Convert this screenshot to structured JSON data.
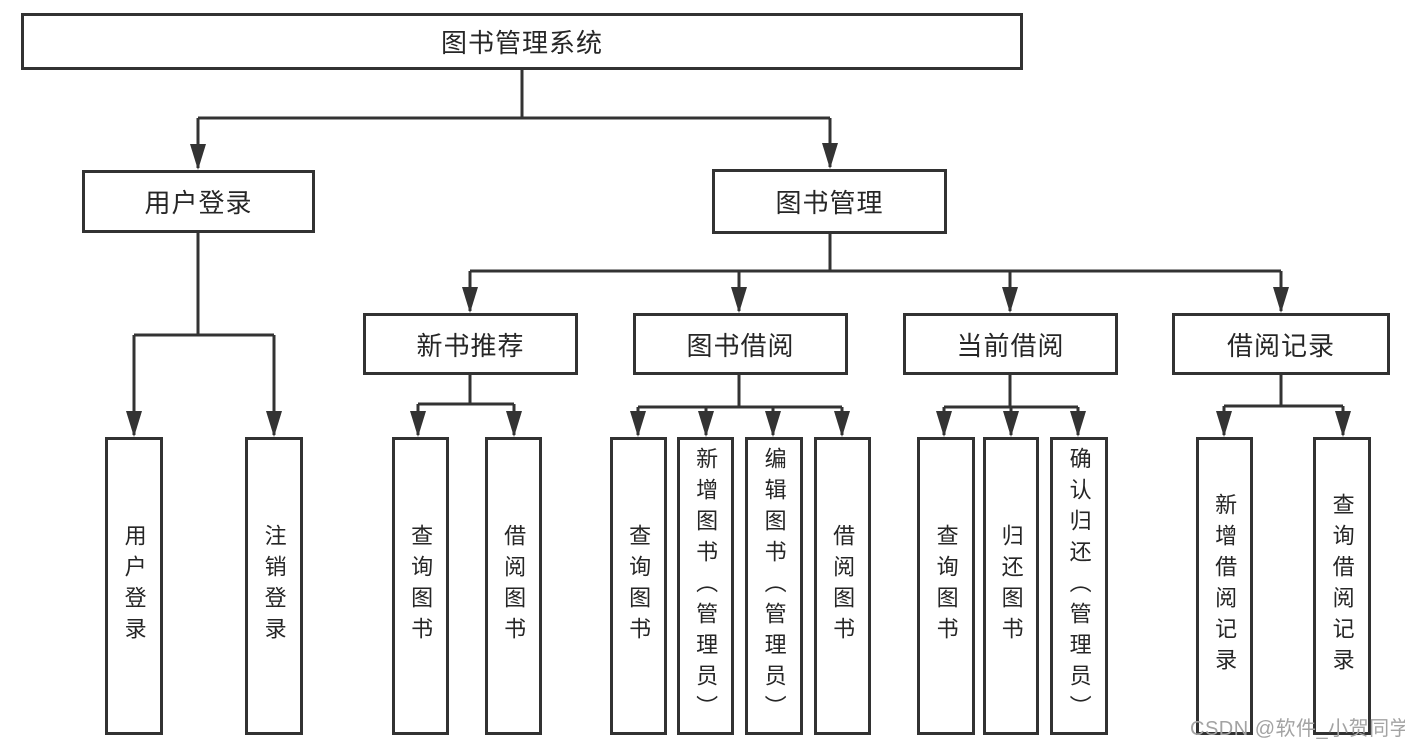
{
  "colors": {
    "line": "#333333",
    "box_border": "#323232",
    "text": "#262626",
    "watermark": "#a3a3a3",
    "background": "#ffffff"
  },
  "watermark": {
    "text": "CSDN @软件_小贺同学"
  },
  "tree": {
    "label": "图书管理系统",
    "children": [
      {
        "label": "用户登录",
        "children": [
          {
            "label": "用户登录"
          },
          {
            "label": "注销登录"
          }
        ]
      },
      {
        "label": "图书管理",
        "children": [
          {
            "label": "新书推荐",
            "children": [
              {
                "label": "查询图书"
              },
              {
                "label": "借阅图书"
              }
            ]
          },
          {
            "label": "图书借阅",
            "children": [
              {
                "label": "查询图书"
              },
              {
                "label": "新增图书（管理员）"
              },
              {
                "label": "编辑图书（管理员）"
              },
              {
                "label": "借阅图书"
              }
            ]
          },
          {
            "label": "当前借阅",
            "children": [
              {
                "label": "查询图书"
              },
              {
                "label": "归还图书"
              },
              {
                "label": "确认归还（管理员）"
              }
            ]
          },
          {
            "label": "借阅记录",
            "children": [
              {
                "label": "新增借阅记录"
              },
              {
                "label": "查询借阅记录"
              }
            ]
          }
        ]
      }
    ]
  }
}
